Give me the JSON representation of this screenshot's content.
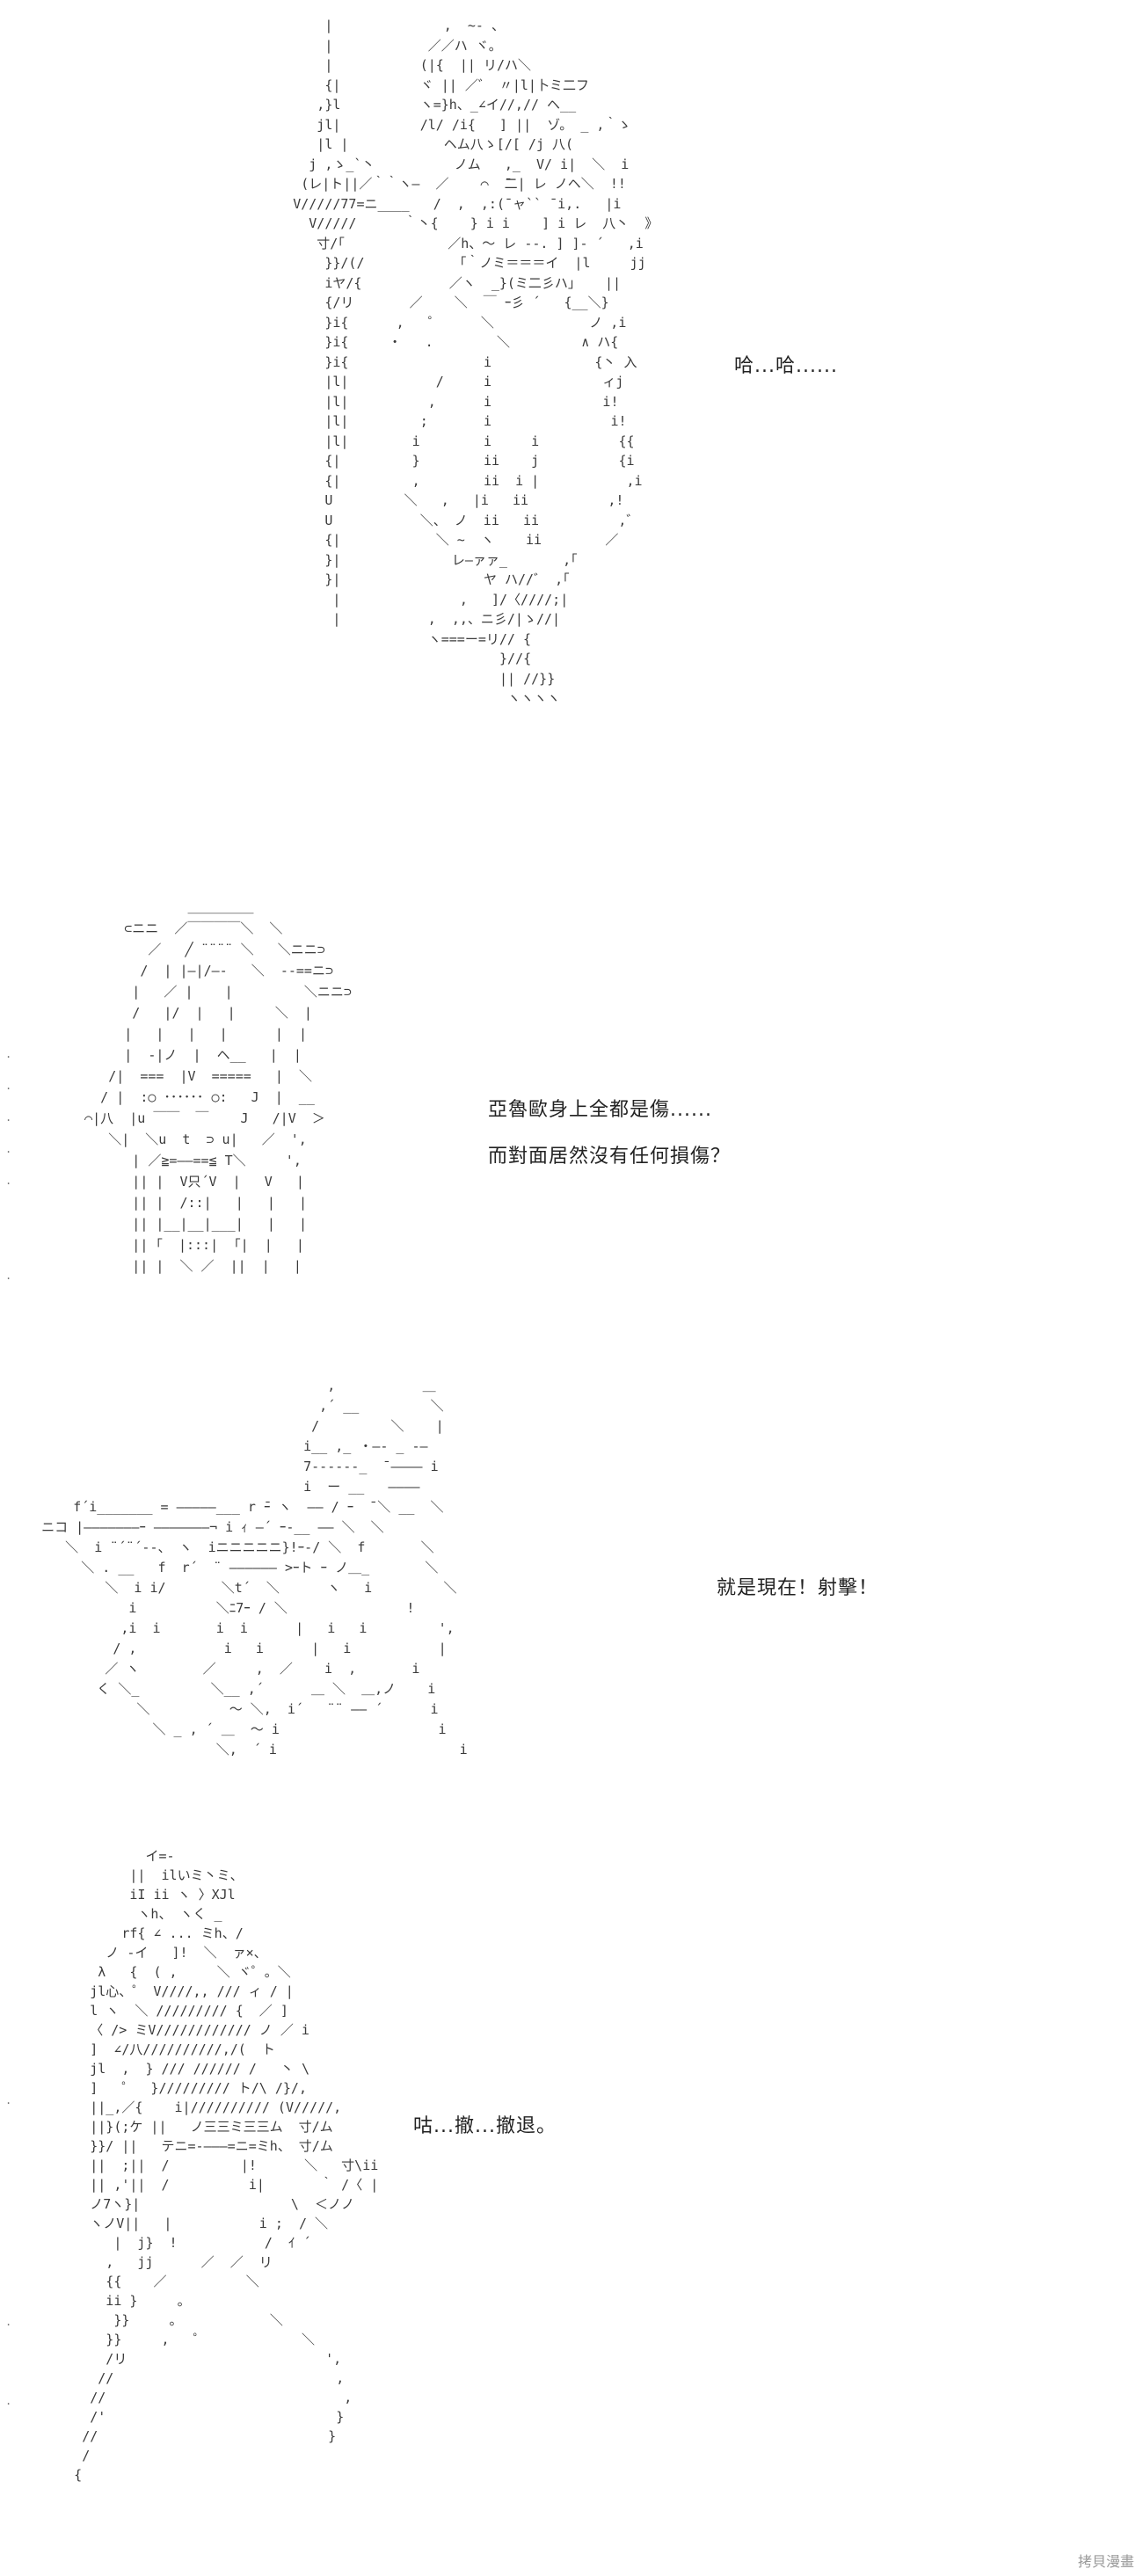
{
  "panels": [
    {
      "caption": "哈...哈......",
      "art": "           |              ,  ~- 、\n           |            ／／ハ ヾ。\n           |           (|{  || リ/ハ＼\n           {|          ヾ || ／゛ 〃|l|卜ミ二フ\n          ,}l          ヽ=}h、_∠イ//,// ヘ__\n          jl|          /l/ /i{   ] ||  ゾ。 _ ,｀ゝ\n          |l |            ヘム八ゝ[/[ /j 八(\n         j ,ゝ_`丶          ノム   ,_  V/ i|  ＼  i\n        (レ|ト||／｀｀ヽ―  ／    ⌒  ̄二| レ ノヘ＼  !!\n       V/////77=ニ____   /  ,  ,:(̄ ャ`` ̄ i,.   |i\n         V/////      ｀丶{    } i i    ] i レ  八丶  》\n          寸/｢             ／h、～ レ ‐-. ] ]‐ ´   ,i\n           }}/(/            ｢｀ノミ＝＝＝イ  |l     jj\n           iヤ/{           ／ヽ  _}(ミ二彡ハ」   ||\n           {/リ       ／    ＼  ￣ ｰ彡 ´   {__＼}\n           }i{      ,   ゜     ＼            ノ ,i\n           }i{     ・   .        ＼         ∧ ハ{\n           }i{                 i             {丶 入\n           |l|           /     i              ィj\n           |l|          ,      i              i!\n           |l|         ;       i               i!\n           |l|        i        i     i          {{\n           {|         }        ii    j          {i\n           {|         ,        ii  i |           ,i\n           U         ＼   ,   |i   ii          ,!\n           U           ＼、 ノ  ii   ii          ,゛\n           {|            ＼ ~  ヽ    ii        ／\n           }|              レ―ァァ_       ,｢\n           }|                  ヤ ハ//゛ ,｢\n            |               ,   ]/〈////;|\n            |           ,  ,,、ニ彡/|ゝ//|\n                        ヽ===ー=リ// {\n                                 }//{\n                                 || //}}\n                                  ヽヽヽヽ"
    },
    {
      "caption_1": "亞魯歐身上全都是傷......",
      "caption_2": "而對面居然沒有任何損傷？",
      "art": "                 ＿＿＿＿＿\n         ⊂ニニ  ／￣￣￣￣＼  ＼\n            ／   ╱ ¨¨¨¨ ＼   ＼ニニ⊃\n           /  | |―|/―-   ＼  --==ニ⊃\n          |   ／ |    |         ＼ニニ⊃\n          /   |/  |   |     ＼  |\n         |   |   |   |      |  |\n         |  -|ノ  |  ヘ__   |  |\n       /|  ===  |V  =====   |  ＼\n      / |  :○ ･･････ ○:   J  |  __\n    ⌒|八  |u ￣￣  ￣    J   /|V  ＞\n       ＼|  ＼u  t  ⊃ u|   ／  ',\n          | ／≧=――==≦ T＼     ',\n          || |  V只´V  |   V   |\n          || |  /::|   |   |   |\n          || |__|__|___|   |   |\n          || ｢  |:::|  ｢|  |   |\n          || |  ＼ ／  ||  |   |"
    },
    {
      "caption": "就是現在！射擊！",
      "art": "                                       ,           ＿\n                                      ,´ __         ＼\n                                     /         ＼    |\n                                    i__ ,_ ・―- _ -―\n                                    7------_  ̄ ―――― i\n                                    i  ー __   ――――\n       f´i_______ = ―――――___ r ̄ｰ ヽ  ―― / ｰ  ̄ ＼ __  ＼\n   ニコ |―――――――ｰ ―――――――¬ i ｨ ―´ ｰ-__ ―― ＼  ＼\n      ＼  i ¨´¨´‐-、 ヽ  iニニニニニ}!ｰ-/ ＼  f       ＼\n        ＼ . __   f  r´  ¨ ―――――― >ｰト ｰ ノ＿_       ＼\n           ＼  i i/       ＼t´  ＼      ヽ   i         ＼\n              i          ＼ﾆ7ｰ / ＼               !\n             ,i  i       i  i      |   i   i         ',\n            / ,           i   i      |   i           |\n           ／ ヽ        ／     ,  ／    i  ,       i\n          く ＼_         ＼__ ,´      ＿ ＼  ＿,ノ    i\n               ＼          ～ ＼,  i´   ¨¨ ―― ´      i\n                 ＼ _ , ´ ＿  ～ i                    i\n                         ＼,  ´ i                       i"
    },
    {
      "caption": "咕...撤...撤退。",
      "art": "               イ=-\n             ||  ilいミ丶ミ、\n             iI ii ヽ 〉XJl\n              ヽh、 ヽく _\n            rf{ ∠ ... ミh、/\n          ノ -イ   ]!  ＼  ァ×、\n         λ   {  ( ,     ＼ ヾ゜。＼\n        jl心、゜ V////,, /// ィ / |\n        l ヽ  ＼ ///////// {  ／ ]\n        〈 /> ミV//////////// ノ ／ i\n        ]  ∠/八//////////,/(  ト\n        jl  ,  } /// ////// /   丶 \\\n        ]   ゜  }///////// ト/\\ /}/,\n        ||_,／{    i|////////// (V/////,\n        ||}(;ケ ||   ノ三三ミ三三ム  寸/ム\n        }}/ ||   テニ=-―――=ニ=ミh、 寸/ム\n        ||  ;||  /         |!      ＼   寸\\ii\n        || ,'||  /          i|       ｀ /〈 |\n        ノ7ヽ}|                   \\  ＜ノノ\n        ヽノV||   |           i ;  / ＼\n           |  j}  !           /  ｲ ´\n          ,   jj      ／  ／  リ\n          {{    ／          ＼\n          ii }     。\n           }}     。           ＼\n          }}     ,   ゜            ＼\n          /リ                         ',\n         //                            ,\n        //                              ,\n        /'                             }\n       //                             }\n       /\n      {"
    }
  ],
  "edge_marks": {
    "panel_2": ".\n\n.\n\n.\n\n.\n\n.\n\n\n\n\n\n.",
    "panel_4": ".\n\n\n\n\n\n\n\n\n\n\n\n\n\n.\n\n\n\n\n."
  },
  "watermark": "拷貝漫畫"
}
